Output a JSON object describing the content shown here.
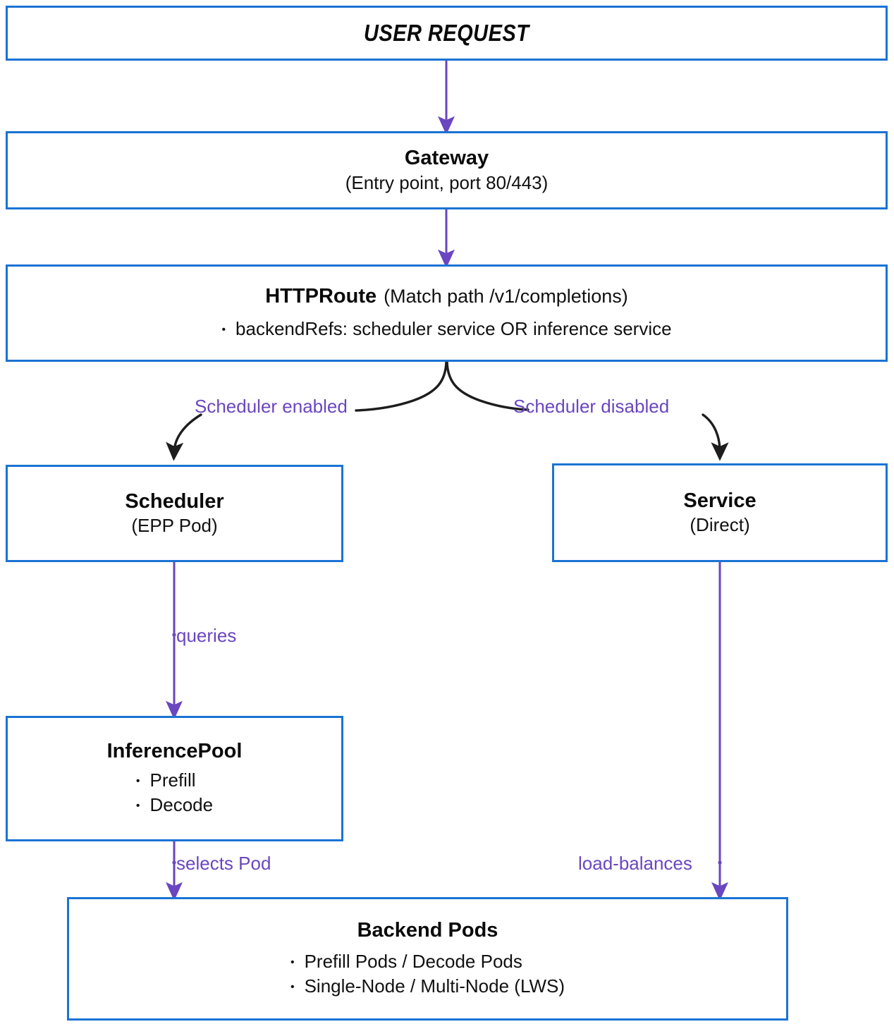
{
  "diagram": {
    "title": "Gateway inference request routing",
    "colors": {
      "node_border": "#1a73d4",
      "arrow_purple": "#6a46c0",
      "connector_black": "#1d1d1d",
      "text": "#0a0a0a",
      "background": "#ffffff"
    },
    "nodes": {
      "user_request": {
        "title": "USER REQUEST"
      },
      "gateway": {
        "title": "Gateway",
        "subtitle": "(Entry point, port 80/443)"
      },
      "httproute": {
        "title": "HTTPRoute",
        "note": "(Match path /v1/completions)",
        "bullets": [
          "backendRefs: scheduler service OR inference service"
        ]
      },
      "scheduler": {
        "title": "Scheduler",
        "subtitle": "(EPP Pod)"
      },
      "service": {
        "title": "Service",
        "subtitle": "(Direct)"
      },
      "inferencepool": {
        "title": "InferencePool",
        "bullets": [
          "Prefill",
          "Decode"
        ]
      },
      "backendpods": {
        "title": "Backend Pods",
        "bullets": [
          "Prefill Pods / Decode Pods",
          "Single-Node / Multi-Node (LWS)"
        ]
      }
    },
    "edges": [
      {
        "from": "user_request",
        "to": "gateway",
        "label": "",
        "style": "purple-arrow"
      },
      {
        "from": "gateway",
        "to": "httproute",
        "label": "",
        "style": "purple-arrow"
      },
      {
        "from": "httproute",
        "to": "scheduler",
        "label": "Scheduler enabled",
        "style": "black-curve-arrow"
      },
      {
        "from": "httproute",
        "to": "service",
        "label": "Scheduler disabled",
        "style": "black-curve-arrow"
      },
      {
        "from": "scheduler",
        "to": "inferencepool",
        "label": "queries",
        "style": "purple-arrow"
      },
      {
        "from": "inferencepool",
        "to": "backendpods",
        "label": "selects Pod",
        "style": "purple-arrow"
      },
      {
        "from": "service",
        "to": "backendpods",
        "label": "load-balances",
        "style": "purple-arrow"
      }
    ],
    "labels": {
      "scheduler_enabled": "Scheduler enabled",
      "scheduler_disabled": "Scheduler disabled",
      "queries": "queries",
      "selects_pod": "selects Pod",
      "load_balances": "load-balances"
    },
    "bullet_glyph": "•"
  }
}
